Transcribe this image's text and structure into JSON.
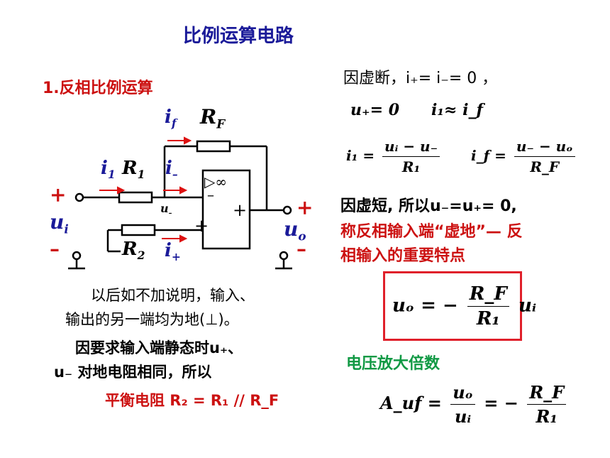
{
  "title": "比例运算电路",
  "section": "1.反相比例运算",
  "circuit": {
    "if_label": "i",
    "if_sub": "f",
    "rf_label": "R",
    "rf_sub": "F",
    "i1_label": "i",
    "i1_sub": "1",
    "r1_label": "R",
    "r1_sub": "1",
    "iminus_label": "i",
    "iminus_sub": "–",
    "r2_label": "R",
    "r2_sub": "2",
    "iplus_label": "i",
    "iplus_sub": "+",
    "ui_label": "u",
    "ui_sub": "i",
    "uo_label": "u",
    "uo_sub": "o",
    "uminus_label": "u",
    "uminus_sub": "–",
    "amp_symbol": "▷∞",
    "plus": "+",
    "minus": "–"
  },
  "notes": {
    "line1": "以后如不加说明，输入、",
    "line2": "输出的另一端均为地(⊥)。",
    "line3": "因要求输入端静态时u₊、",
    "line4": "u₋ 对地电阻相同，所以",
    "balance": "平衡电阻 R₂ = R₁ // R_F"
  },
  "right": {
    "virtual_open": "因虚断，i₊= i₋= 0 ，",
    "u_eq": "u₊= 0",
    "i_eq": "i₁≈ i_f",
    "i1_formula": {
      "lhs": "i₁ =",
      "num": "uᵢ − u₋",
      "den": "R₁"
    },
    "if_formula": {
      "lhs": "i_f =",
      "num": "u₋ − uₒ",
      "den": "R_F"
    },
    "virtual_short": "因虚短, 所以u₋=u₊= 0,",
    "red_line1": "称反相输入端“虚地”— 反",
    "red_line2": "相输入的重要特点",
    "boxed_formula": {
      "lhs": "uₒ = −",
      "num": "R_F",
      "den": "R₁",
      "rhs": "uᵢ"
    },
    "gain_title": "电压放大倍数",
    "gain_formula": {
      "lhs": "A_uf =",
      "num1": "uₒ",
      "den1": "uᵢ",
      "mid": "= −",
      "num2": "R_F",
      "den2": "R₁"
    }
  }
}
